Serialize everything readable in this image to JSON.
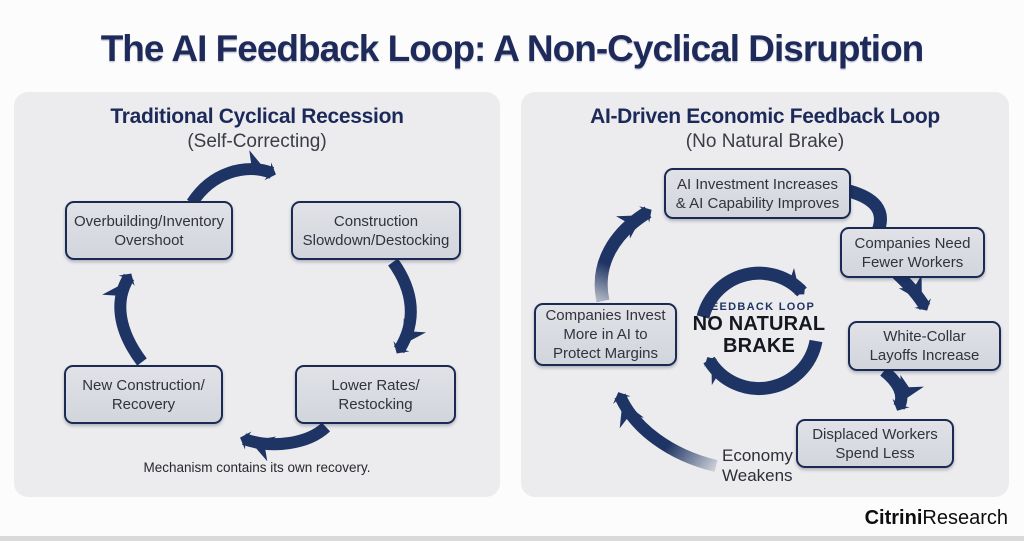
{
  "title": "The AI Feedback Loop: A Non-Cyclical Disruption",
  "brand": {
    "bold": "Citrini",
    "light": "Research"
  },
  "colors": {
    "navy_arrow": "#1e3464",
    "box_border": "#1b2a52",
    "box_fill": "#d8dbe1",
    "panel_bg": "#ececee",
    "title_navy": "#1e2a5a",
    "text_dark": "#30333c",
    "brake_black": "#14171f"
  },
  "left_panel": {
    "title": "Traditional Cyclical Recession",
    "subtitle": "(Self-Correcting)",
    "caption": "Mechanism contains its own recovery.",
    "nodes": {
      "overbuilding": {
        "lines": [
          "Overbuilding/Inventory",
          "Overshoot"
        ]
      },
      "slowdown": {
        "lines": [
          "Construction",
          "Slowdown/Destocking"
        ]
      },
      "lower_rates": {
        "lines": [
          "Lower Rates/",
          "Restocking"
        ]
      },
      "new_construction": {
        "lines": [
          "New Construction/",
          "Recovery"
        ]
      }
    },
    "flow": "Overbuilding/Inventory Overshoot → Construction Slowdown/Destocking → Lower Rates/Restocking → New Construction/Recovery → (repeats)"
  },
  "right_panel": {
    "title": "AI-Driven Economic Feedback Loop",
    "subtitle": "(No Natural Brake)",
    "nodes": {
      "ai_investment": {
        "lines": [
          "AI Investment Increases",
          "& AI Capability Improves"
        ]
      },
      "fewer_workers": {
        "lines": [
          "Companies Need",
          "Fewer Workers"
        ]
      },
      "layoffs": {
        "lines": [
          "White-Collar",
          "Layoffs Increase"
        ]
      },
      "spend_less": {
        "lines": [
          "Displaced Workers",
          "Spend Less"
        ]
      },
      "invest_more": {
        "lines": [
          "Companies Invest",
          "More in AI to",
          "Protect Margins"
        ]
      }
    },
    "center_label": {
      "eyebrow": "FEEDBACK LOOP",
      "line1": "NO NATURAL",
      "line2": "BRAKE"
    },
    "economy_label": {
      "line1": "Economy",
      "line2": "Weakens"
    },
    "flow": "AI Investment Increases & AI Capability Improves → Companies Need Fewer Workers → White-Collar Layoffs Increase → Displaced Workers Spend Less → Economy Weakens → Companies Invest More in AI to Protect Margins → (repeats)"
  }
}
